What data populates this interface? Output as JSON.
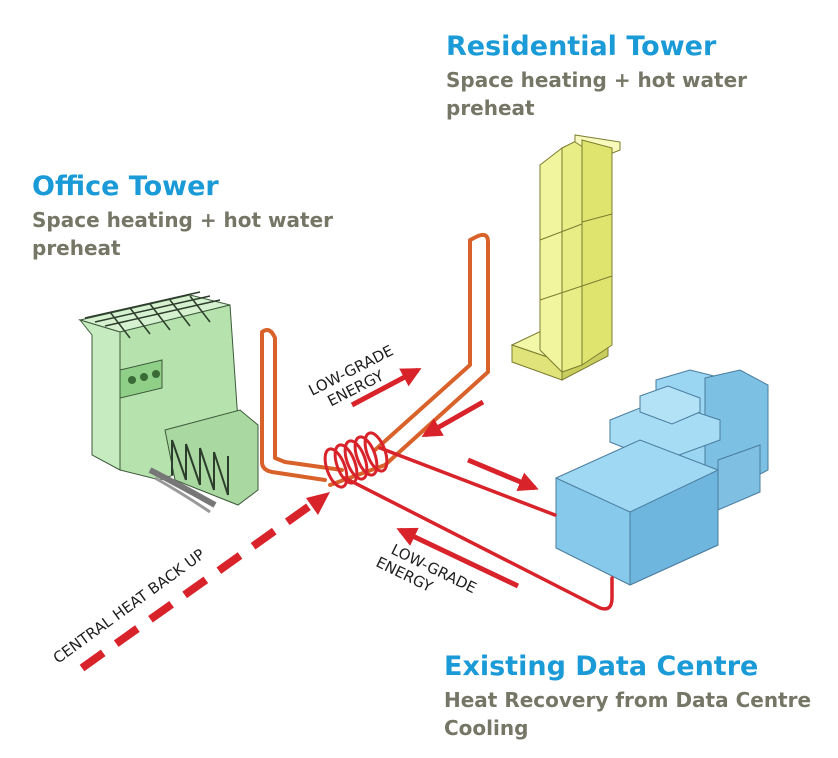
{
  "residential": {
    "title": "Residential Tower",
    "subtitle": "Space heating + hot water preheat"
  },
  "office": {
    "title": "Office Tower",
    "subtitle": "Space heating + hot water preheat"
  },
  "datacentre": {
    "title": "Existing Data Centre",
    "subtitle": "Heat Recovery from Data Centre Cooling"
  },
  "labels": {
    "energy_top_line1": "LOW-GRADE",
    "energy_top_line2": "ENERGY",
    "energy_bottom_line1": "LOW-GRADE",
    "energy_bottom_line2": "ENERGY",
    "central_backup": "CENTRAL HEAT BACK UP"
  },
  "colors": {
    "title_blue": "#1a9ad6",
    "subtitle_gray": "#767666",
    "loop_red": "#d8232a",
    "loop_orange": "#d9622b",
    "office_green": "#b9e6b4",
    "residential_yellow": "#eef590",
    "datacentre_blue": "#8fd0ef"
  }
}
